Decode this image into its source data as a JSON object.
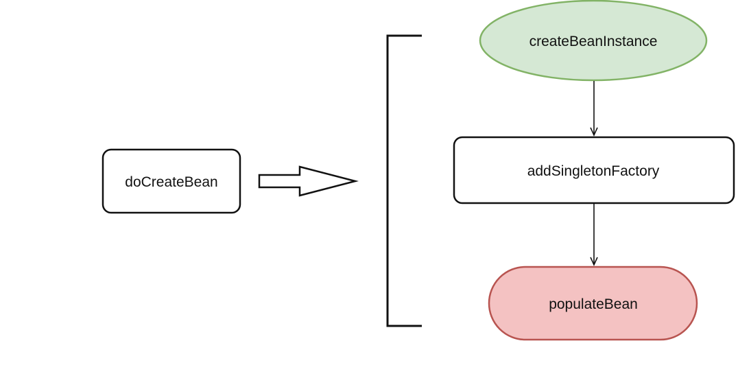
{
  "diagram": {
    "nodes": {
      "do_create_bean": {
        "label": "doCreateBean",
        "shape": "rounded-rectangle"
      },
      "create_bean_instance": {
        "label": "createBeanInstance",
        "shape": "ellipse"
      },
      "add_singleton_factory": {
        "label": "addSingletonFactory",
        "shape": "rounded-rectangle"
      },
      "populate_bean": {
        "label": "populateBean",
        "shape": "stadium"
      }
    },
    "edges": [
      {
        "from": "do_create_bean",
        "to": "step-group",
        "style": "hollow-block-arrow"
      },
      {
        "from": "create_bean_instance",
        "to": "add_singleton_factory",
        "style": "line-arrow"
      },
      {
        "from": "add_singleton_factory",
        "to": "populate_bean",
        "style": "line-arrow"
      }
    ],
    "colors": {
      "create_bean_instance_fill": "#d5e8d4",
      "create_bean_instance_stroke": "#82b366",
      "populate_bean_fill": "#f4c2c2",
      "populate_bean_stroke": "#b85450",
      "default_fill": "#ffffff",
      "default_stroke": "#111111"
    }
  }
}
